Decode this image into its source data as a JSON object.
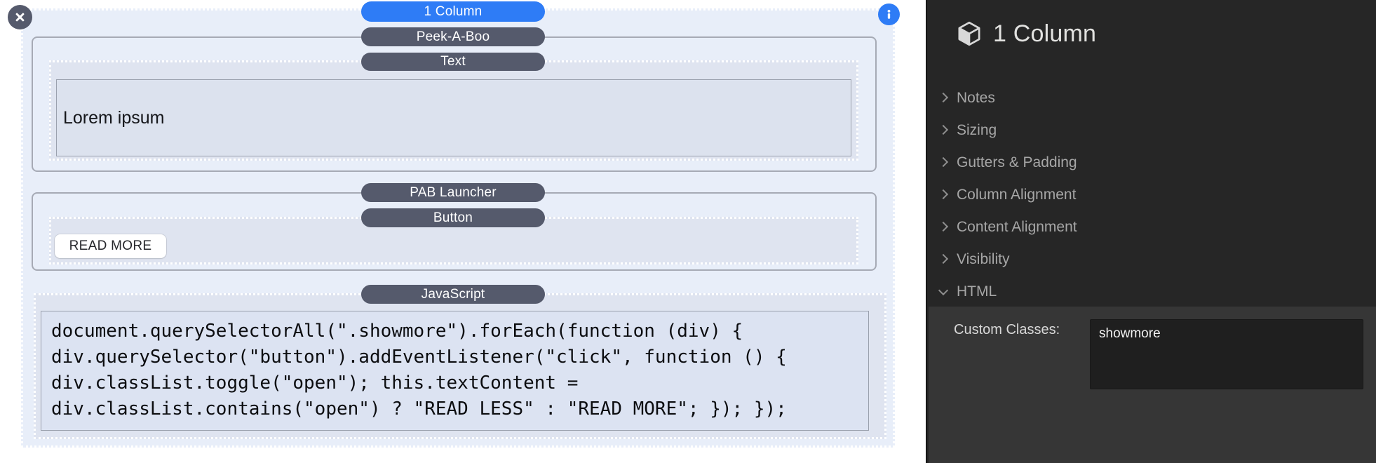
{
  "canvas": {
    "pills": [
      {
        "id": "column",
        "label": "1 Column"
      },
      {
        "id": "peek-a-boo",
        "label": "Peek-A-Boo"
      },
      {
        "id": "text",
        "label": "Text"
      },
      {
        "id": "pab-launcher",
        "label": "PAB Launcher"
      },
      {
        "id": "button",
        "label": "Button"
      },
      {
        "id": "javascript",
        "label": "JavaScript"
      }
    ],
    "text_module_content": "Lorem ipsum",
    "button_module_label": "READ MORE",
    "javascript_code": "document.querySelectorAll(\".showmore\").forEach(function (div) {\ndiv.querySelector(\"button\").addEventListener(\"click\", function () {\ndiv.classList.toggle(\"open\"); this.textContent =\ndiv.classList.contains(\"open\") ? \"READ LESS\" : \"READ MORE\"; }); });"
  },
  "panel": {
    "title": "1 Column",
    "sections": [
      {
        "label": "Notes",
        "expanded": false
      },
      {
        "label": "Sizing",
        "expanded": false
      },
      {
        "label": "Gutters & Padding",
        "expanded": false
      },
      {
        "label": "Column Alignment",
        "expanded": false
      },
      {
        "label": "Content Alignment",
        "expanded": false
      },
      {
        "label": "Visibility",
        "expanded": false
      },
      {
        "label": "HTML",
        "expanded": true
      }
    ],
    "html_section": {
      "custom_classes_label": "Custom Classes:",
      "custom_classes_value": "showmore"
    }
  },
  "icons": {
    "close": "x-in-circle",
    "info": "i-in-circle",
    "module": "3d-cube",
    "collapsed": "chevron-right",
    "expanded": "chevron-down"
  },
  "colors": {
    "selected_pill": "#2e7cf6",
    "module_pill": "#555a6c",
    "canvas_fill": "#e8eef9",
    "module_fill": "#dfe4f0",
    "panel_bg": "#262626",
    "panel_section_bg": "#363636",
    "input_bg": "#1f1f1f"
  }
}
